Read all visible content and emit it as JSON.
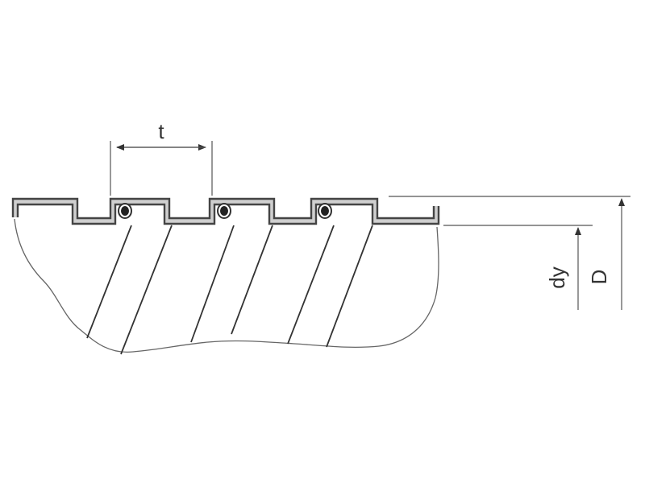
{
  "labels": {
    "pitch": "t",
    "inner_diameter": "dy",
    "outer_diameter": "D"
  }
}
